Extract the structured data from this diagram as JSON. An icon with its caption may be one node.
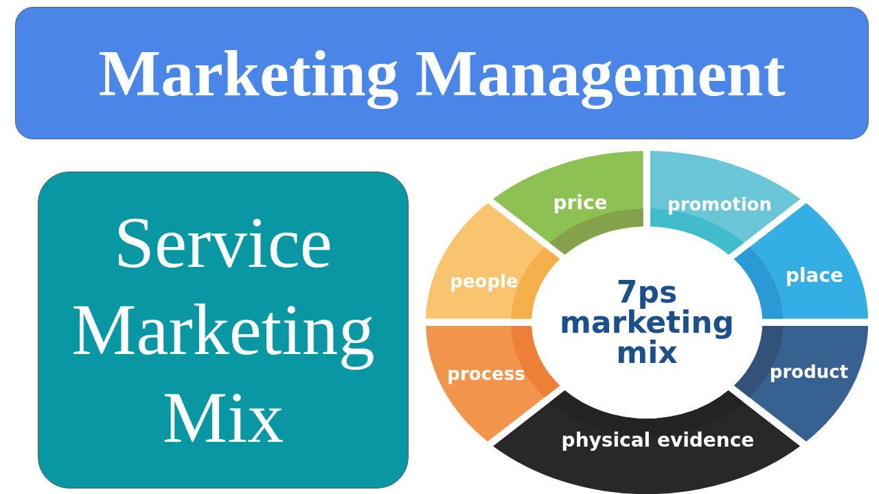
{
  "diagram": {
    "nodes": [
      {
        "text": [
          "Marketing Management"
        ]
      },
      {
        "text": [
          "Service Marketing Mix"
        ]
      },
      {
        "text": [
          "7ps marketing mix"
        ]
      },
      {
        "text": [
          "price"
        ]
      },
      {
        "text": [
          "promotion"
        ]
      },
      {
        "text": [
          "place"
        ]
      },
      {
        "text": [
          "product"
        ]
      },
      {
        "text": [
          "physical evidence"
        ]
      },
      {
        "text": [
          "process"
        ]
      },
      {
        "text": [
          "people"
        ]
      }
    ]
  }
}
